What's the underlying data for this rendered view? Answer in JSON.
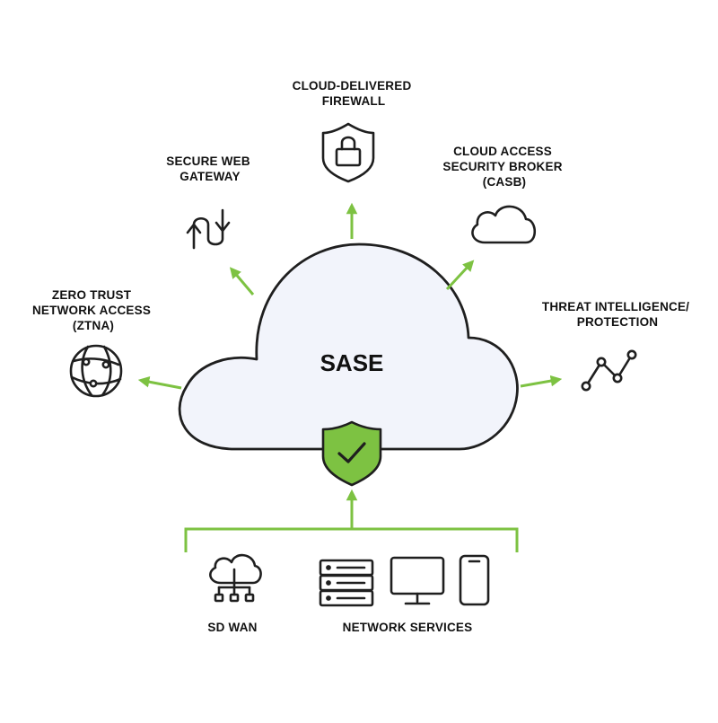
{
  "center": {
    "title": "SASE"
  },
  "services": {
    "firewall": [
      "CLOUD-DELIVERED",
      "FIREWALL"
    ],
    "swg": [
      "SECURE WEB",
      "GATEWAY"
    ],
    "casb": [
      "CLOUD ACCESS",
      "SECURITY BROKER",
      "(CASB)"
    ],
    "ztna": [
      "ZERO TRUST",
      "NETWORK ACCESS",
      "(ZTNA)"
    ],
    "threat": [
      "THREAT INTELLIGENCE/",
      "PROTECTION"
    ]
  },
  "bottom": {
    "sdwan": "SD WAN",
    "network_services": "NETWORK SERVICES"
  },
  "colors": {
    "accent": "#7dc242",
    "cloud_fill": "#f2f4fb",
    "outline": "#1f1f1f"
  },
  "icons": [
    "lock-shield-icon",
    "swap-arrows-icon",
    "cloud-icon",
    "globe-network-icon",
    "trend-line-icon",
    "check-shield-icon",
    "cloud-network-icon",
    "server-rack-icon",
    "monitor-icon",
    "smartphone-icon"
  ]
}
